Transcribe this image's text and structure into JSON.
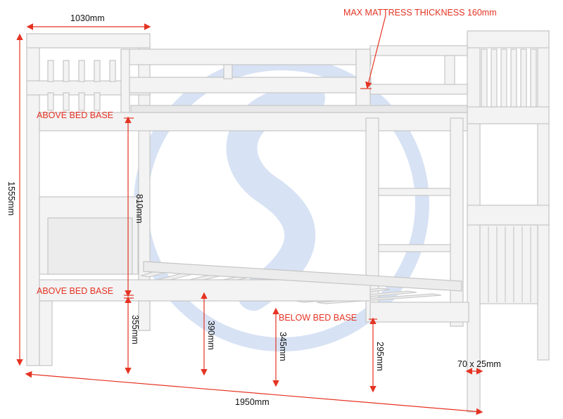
{
  "labels": {
    "width_top": "1030mm",
    "max_mattress": "MAX MATTRESS THICKNESS 160mm",
    "total_height": "1555mm",
    "above_bed_base_top": "ABOVE BED BASE",
    "between_bunks": "810mm",
    "above_bed_base_bottom": "ABOVE BED BASE",
    "lower_base_height": "355mm",
    "lower_rail_height": "390mm",
    "below_bed_base": "BELOW BED BASE",
    "under_clearance_1": "345mm",
    "under_clearance_2": "295mm",
    "post_size": "70 x 25mm",
    "length": "1950mm"
  },
  "colors": {
    "dimension_black": "#111111",
    "dimension_red": "#e53323",
    "arrow_red": "#e53323",
    "bed_frame": "#f2f2f2",
    "bed_shadow": "#cfcfcf",
    "watermark": "#4f7fcf"
  }
}
